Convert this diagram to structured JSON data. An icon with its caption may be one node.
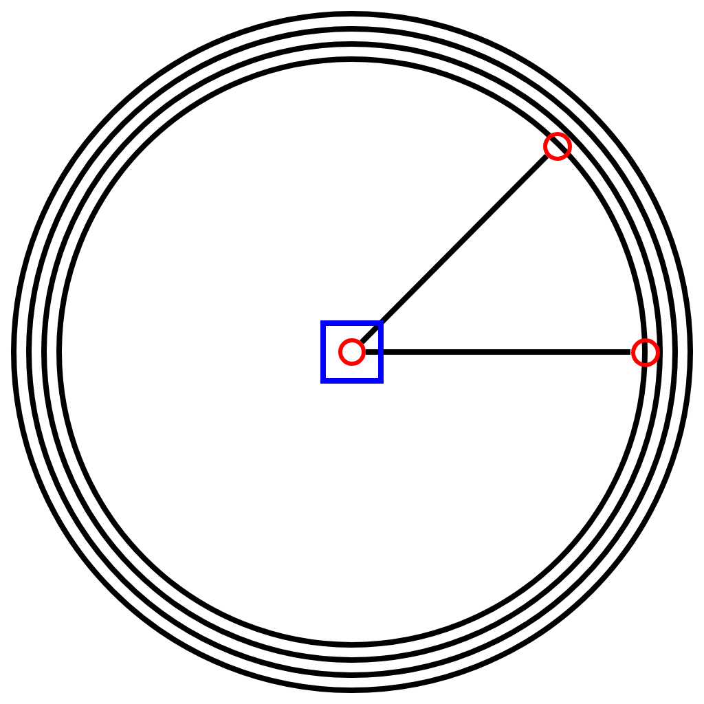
{
  "diagram": {
    "nodes": [
      {
        "text": [],
        "shape": "box"
      },
      {
        "text": [],
        "shape": "circle",
        "in": 0
      },
      {
        "text": [],
        "shape": "circle"
      },
      {
        "text": [],
        "shape": "circle"
      }
    ],
    "edges": [
      {
        "from": 1,
        "to": 2,
        "arrow": "none"
      },
      {
        "from": 1,
        "to": 3,
        "arrow": "none"
      }
    ]
  }
}
